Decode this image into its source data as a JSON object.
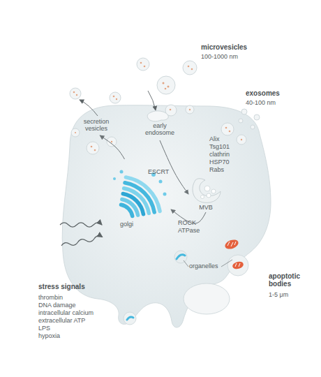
{
  "diagram": {
    "nodes": [
      {
        "text": [
          "early endosome"
        ]
      },
      {
        "text": [
          "MVB"
        ]
      },
      {
        "text": [
          "golgi"
        ]
      },
      {
        "text": [
          "secretion vesicles"
        ]
      }
    ],
    "edges": [
      {
        "from": 0,
        "to": 1,
        "label": "ESCRT",
        "arrow": "to"
      },
      {
        "from": 1,
        "to": 2,
        "arrow": "to"
      },
      {
        "from": 2,
        "to": 3,
        "arrow": "to"
      }
    ],
    "labels": [
      "microvesicles",
      "100-1000 nm",
      "exosomes",
      "40-100 nm",
      "Alix",
      "Tsg101",
      "clathrin",
      "HSP70",
      "Rabs",
      "ROCK",
      "ATPase",
      "organelles",
      "apoptotic bodies",
      "1-5 μm",
      "stress signals",
      "thrombin",
      "DNA damage",
      "intracellular calcium",
      "extracellular ATP",
      "LPS",
      "hypoxia"
    ]
  }
}
